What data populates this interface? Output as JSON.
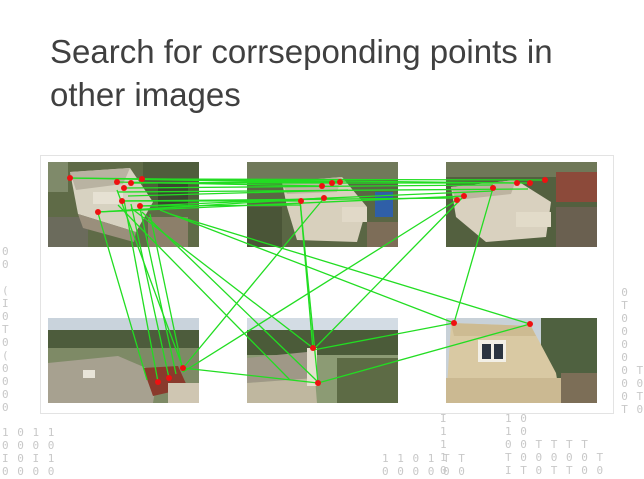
{
  "slide": {
    "title": "Search for corrseponding points in other images"
  },
  "figure": {
    "images": [
      {
        "name": "image-top-left-house-aerial"
      },
      {
        "name": "image-top-middle-house-aerial"
      },
      {
        "name": "image-top-right-house-aerial"
      },
      {
        "name": "image-bottom-left-rooftop"
      },
      {
        "name": "image-bottom-middle-rooftop"
      },
      {
        "name": "image-bottom-right-dormer"
      }
    ],
    "colors": {
      "match_line": "#22dd22",
      "keypoint": "#ee1111",
      "background_binary": "#c8c8c8",
      "title_text": "#404040"
    },
    "binary_columns": [
      "0\n0\n\n(\nI\n0\nT\n0\n(\n0\n0\n0\n0",
      "1 0 1 1\n0 0 0 0\nI 0 I 1\n0 0 0 0",
      "I\n1\n1\n1\n0",
      "1 1 0 1 T T\n0 0 0 0 0 0",
      "1 0\n1 0\n0 0 T T T T\nT 0 0 0 0 0 T\nI T 0 T T 0 0",
      "0 0\n0 T\n0 0\n1 0\nT 0\n0 0\n0 0 T\n0 0 0\n0 0 T\nI T 0"
    ]
  }
}
